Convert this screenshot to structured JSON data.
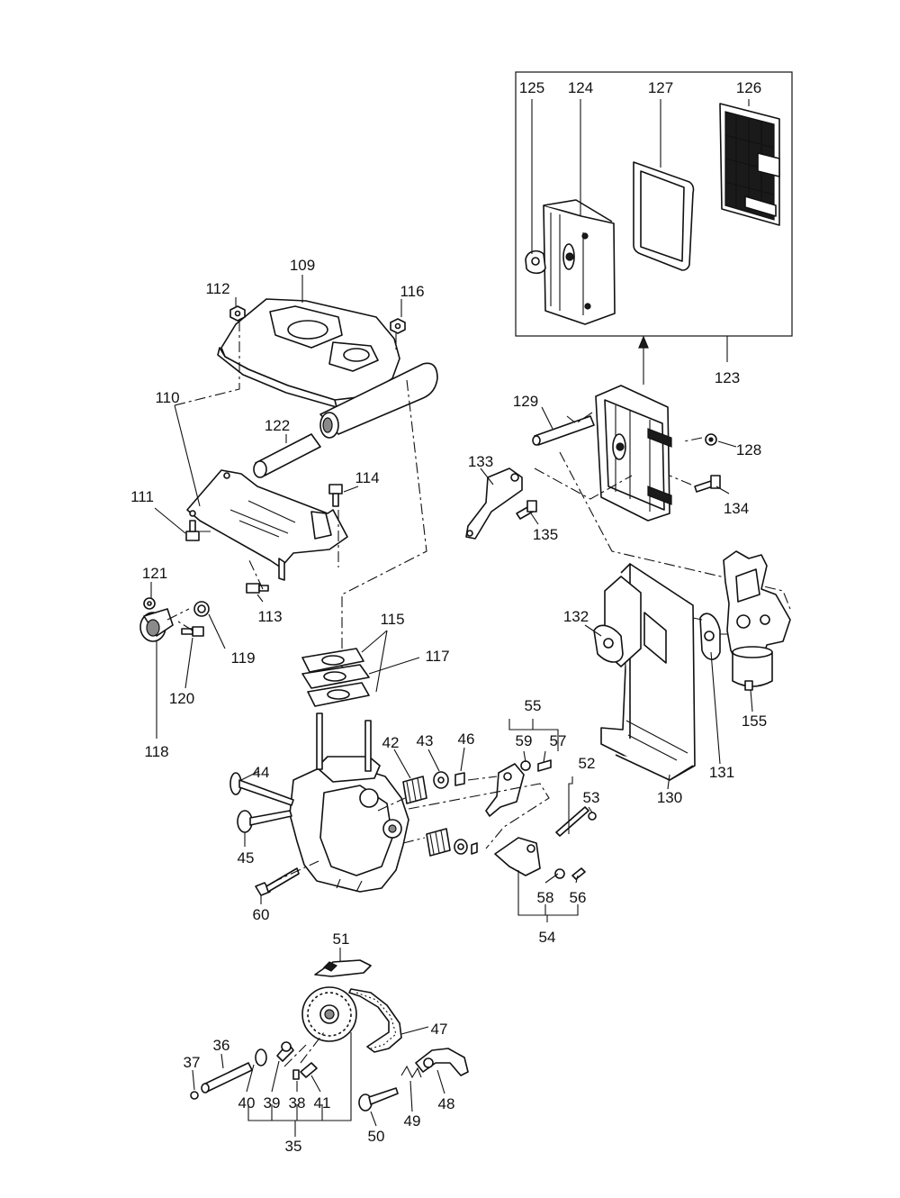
{
  "labels": {
    "p35": "35",
    "p36": "36",
    "p37": "37",
    "p38": "38",
    "p39": "39",
    "p40": "40",
    "p41": "41",
    "p42": "42",
    "p43": "43",
    "p44": "44",
    "p45": "45",
    "p46": "46",
    "p47": "47",
    "p48": "48",
    "p49": "49",
    "p50": "50",
    "p51": "51",
    "p52": "52",
    "p53": "53",
    "p54": "54",
    "p55": "55",
    "p56": "56",
    "p57": "57",
    "p58": "58",
    "p59": "59",
    "p60": "60",
    "p109": "109",
    "p110": "110",
    "p111": "111",
    "p112": "112",
    "p113": "113",
    "p114": "114",
    "p115": "115",
    "p116": "116",
    "p117": "117",
    "p118": "118",
    "p119": "119",
    "p120": "120",
    "p121": "121",
    "p122": "122",
    "p123": "123",
    "p124": "124",
    "p125": "125",
    "p126": "126",
    "p127": "127",
    "p128": "128",
    "p129": "129",
    "p130": "130",
    "p131": "131",
    "p132": "132",
    "p133": "133",
    "p134": "134",
    "p135": "135",
    "p155": "155"
  }
}
